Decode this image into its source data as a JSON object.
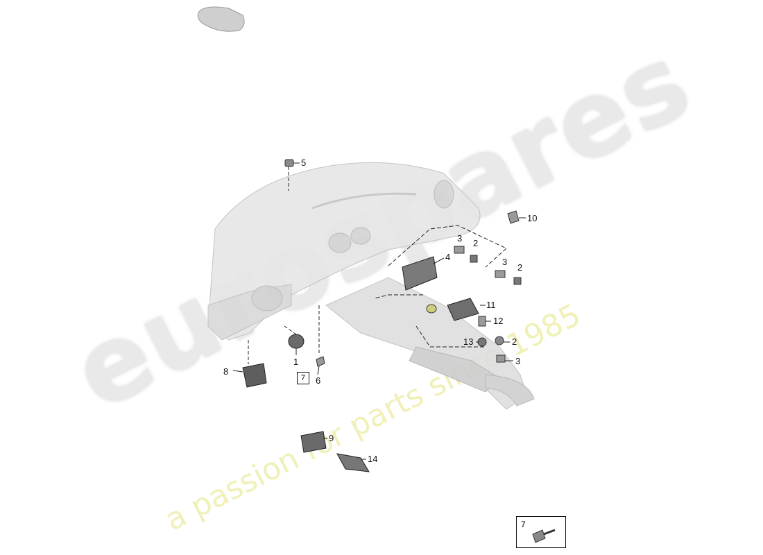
{
  "watermark": {
    "brand": "eurospares",
    "tagline": "a passion for parts since 1985"
  },
  "callouts": [
    {
      "id": "c1",
      "label": "1"
    },
    {
      "id": "c2a",
      "label": "2"
    },
    {
      "id": "c2b",
      "label": "2"
    },
    {
      "id": "c2c",
      "label": "2"
    },
    {
      "id": "c3a",
      "label": "3"
    },
    {
      "id": "c3b",
      "label": "3"
    },
    {
      "id": "c3c",
      "label": "3"
    },
    {
      "id": "c4",
      "label": "4"
    },
    {
      "id": "c5",
      "label": "5"
    },
    {
      "id": "c6",
      "label": "6"
    },
    {
      "id": "c8",
      "label": "8"
    },
    {
      "id": "c9",
      "label": "9"
    },
    {
      "id": "c10",
      "label": "10"
    },
    {
      "id": "c11",
      "label": "11"
    },
    {
      "id": "c12",
      "label": "12"
    },
    {
      "id": "c13",
      "label": "13"
    },
    {
      "id": "c14",
      "label": "14"
    }
  ],
  "boxed_ref": "7",
  "legend": {
    "label": "7"
  },
  "colors": {
    "part": "#d6d6d6",
    "dashboard": "#e4e4e4",
    "dark_part": "#6e6e6e",
    "line": "#222222"
  }
}
